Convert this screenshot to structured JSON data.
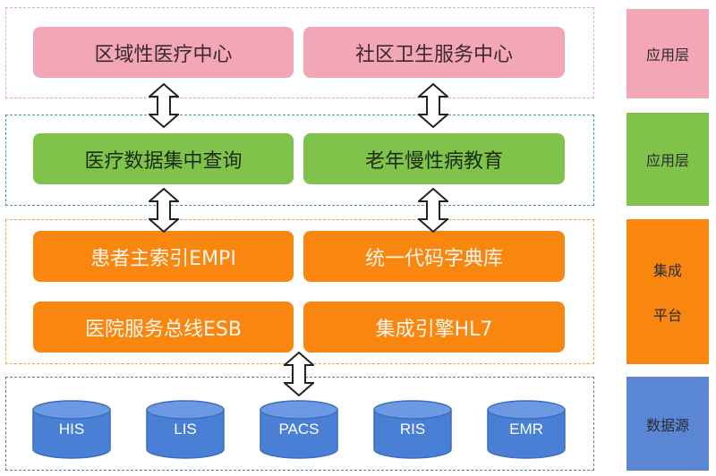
{
  "layers": {
    "app1": {
      "boxes": [
        "区域性医疗中心",
        "社区卫生服务中心"
      ],
      "side_label": "应用层"
    },
    "app2": {
      "boxes": [
        "医疗数据集中查询",
        "老年慢性病教育"
      ],
      "side_label": "应用层"
    },
    "integration": {
      "boxes": [
        "患者主索引EMPI",
        "统一代码字典库",
        "医院服务总线ESB",
        "集成引擎HL7"
      ],
      "side_label_lines": [
        "集成",
        "平台"
      ]
    },
    "data_source": {
      "databases": [
        "HIS",
        "LIS",
        "PACS",
        "RIS",
        "EMR"
      ],
      "side_label": "数据源"
    }
  },
  "colors": {
    "pink": "#f2a6b6",
    "green": "#80c34a",
    "orange": "#f8860f",
    "blue": "#5a86d4"
  }
}
